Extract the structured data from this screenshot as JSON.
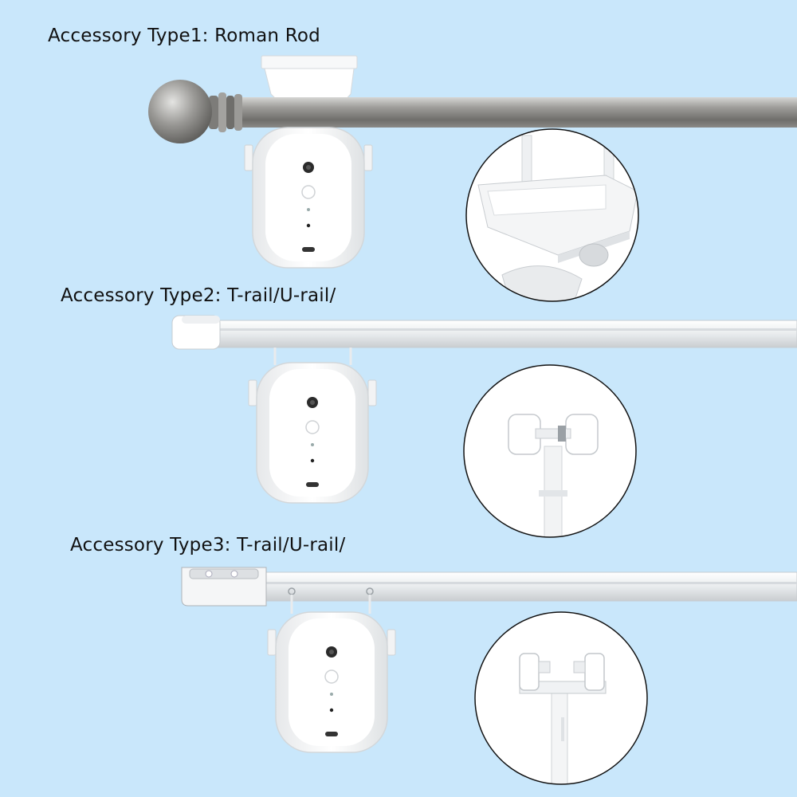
{
  "background_color": "#c9e7fb",
  "sections": [
    {
      "heading": "Accessory Type1: Roman Rod",
      "rail_type": "roman-rod",
      "detail_icon": "roman-rod-clamp-closeup"
    },
    {
      "heading": "Accessory Type2: T-rail/U-rail/",
      "rail_type": "t-rail-u-rail",
      "detail_icon": "rail-roller-closeup"
    },
    {
      "heading": "Accessory Type3: T-rail/U-rail/",
      "rail_type": "t-rail-u-rail",
      "detail_icon": "rail-hook-closeup"
    }
  ]
}
